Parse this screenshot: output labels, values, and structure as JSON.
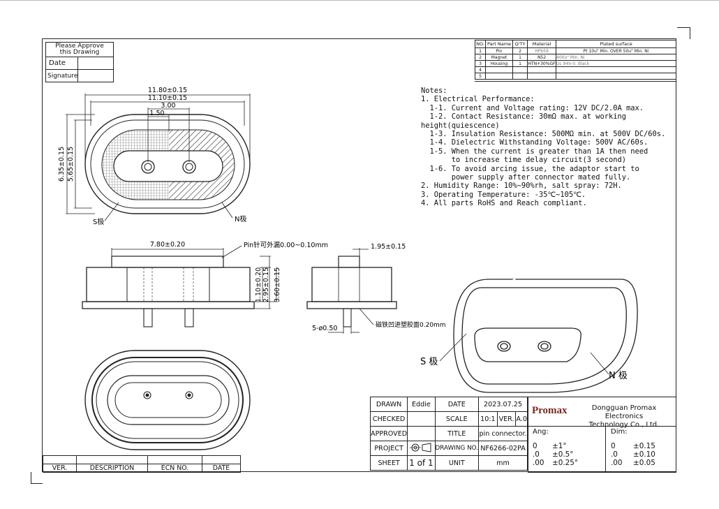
{
  "approval_box": {
    "please_approve": "Please Approve this Drawing",
    "date_label": "Date",
    "signature_label": "Signature"
  },
  "bom": {
    "headers": [
      "NO.",
      "Part Name",
      "Q'TY",
      "Material",
      "Plated surface"
    ],
    "rows": [
      {
        "no": "1",
        "part": "Pin",
        "qty": "2",
        "material": "HPb59",
        "plating": "Pt 10u\" Min. OVER 50u\" Min. Ni"
      },
      {
        "no": "2",
        "part": "Magnet",
        "qty": "1",
        "material": "N52",
        "plating": "400u\" Min. Ni"
      },
      {
        "no": "3",
        "part": "Housing",
        "qty": "1",
        "material": "HTN+30%GF",
        "plating": "UL 94V-0, Black"
      },
      {
        "no": "4",
        "part": "",
        "qty": "",
        "material": "",
        "plating": ""
      },
      {
        "no": "5",
        "part": "",
        "qty": "",
        "material": "",
        "plating": ""
      }
    ]
  },
  "notes": {
    "title": "Notes:",
    "lines": [
      "1. Electrical Performance:",
      "  1-1. Current and Voltage rating: 12V DC/2.0A max.",
      "  1-2. Contact Resistance: 30mΩ max. at working",
      "height(quiescence)",
      "  1-3. Insulation Resistance: 500MΩ min. at 500V DC/60s.",
      "  1-4. Dielectric Withstanding Voltage: 500V AC/60s.",
      "  1-5. When the current is greater than 1A then need",
      "       to increase time delay circuit(3 second)",
      "  1-6. To avoid arcing issue, the adaptor start to",
      "       power supply after connector mated fully.",
      "2. Humidity Range: 10%~90%rh, salt spray: 72H.",
      "3. Operating Temperature: -35℃~105℃.",
      "4. All parts RoHS and Reach compliant."
    ]
  },
  "dims": {
    "d1180": "11.80±0.15",
    "d1110": "11.10±0.15",
    "d300": "3.00",
    "d150": "1.50",
    "d635": "6.35±0.15",
    "d565": "5.65±0.15",
    "s_pole": "S极",
    "n_pole": "N极",
    "d780": "7.80±0.20",
    "pin_note": "Pin针可外漏0.00~0.10mm",
    "d195": "1.95±0.15",
    "d110": "1.10±0.20",
    "d295": "2.95±0.15",
    "d360": "3.60±0.15",
    "d050": "5-ø0.50",
    "magnet_note": "磁铁凹进塑胶面0.20mm",
    "s_pole_iso": "S 极",
    "n_pole_iso": "N 极"
  },
  "title_block": {
    "drawn_label": "DRAWN",
    "drawn_value": "Eddie",
    "date_label": "DATE",
    "date_value": "2023.07.25",
    "checked_label": "CHECKED",
    "scale_label": "SCALE",
    "scale_value": "10:1",
    "ver_label": "VER.",
    "ver_value": "A.0",
    "approved_label": "APPROVED",
    "title_label": "TITLE",
    "title_value": "pin connector.",
    "project_label": "PROJECT",
    "drawing_no_label": "DRAWING NO.",
    "drawing_no_value": "NF6266-02PA",
    "sheet_label": "SHEET",
    "sheet_value": "1 of 1",
    "unit_label": "UNIT",
    "unit_value": "mm",
    "logo_text": "Promax",
    "company_line1": "Dongguan Promax Electronics",
    "company_line2": "Technology Co., Ltd.",
    "ang_label": "Ang:",
    "dim_label": "Dim:",
    "ang_rows": [
      [
        "0",
        "±1°"
      ],
      [
        ".0",
        "±0.5°"
      ],
      [
        ".00",
        "±0.25°"
      ]
    ],
    "dim_rows": [
      [
        "0",
        "±0.15"
      ],
      [
        ".0",
        "±0.10"
      ],
      [
        ".00",
        "±0.05"
      ]
    ]
  },
  "revision": {
    "ver": "VER.",
    "description": "DESCRIPTION",
    "ecn": "ECN NO.",
    "date": "DATE"
  }
}
